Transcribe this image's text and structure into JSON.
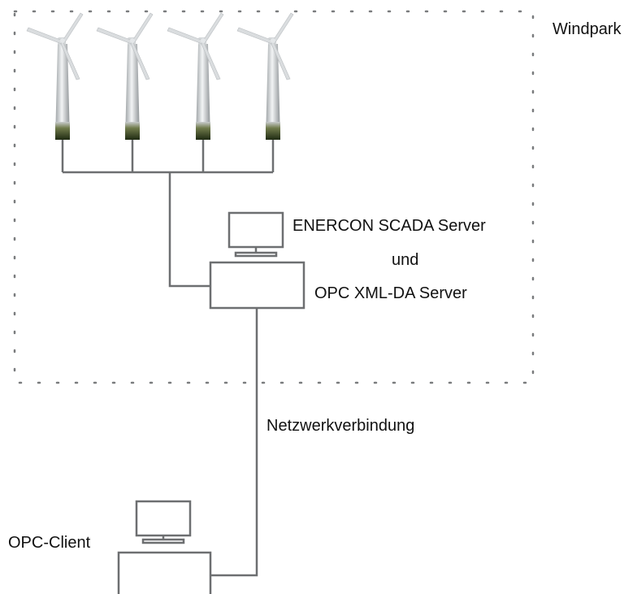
{
  "labels": {
    "windpark": "Windpark",
    "server_line1": "ENERCON SCADA Server",
    "server_line2": "und",
    "server_line3": "OPC XML-DA Server",
    "network": "Netzwerkverbindung",
    "client": "OPC-Client"
  },
  "turbines": [
    "turbine",
    "turbine",
    "turbine",
    "turbine"
  ],
  "colors": {
    "line": "#6d6f71",
    "dotted_border": "#7a7c7e",
    "tower": "#c8cbcd",
    "tower_base": "#2f3a1e",
    "blade": "#d9dcde",
    "text": "#111111"
  },
  "icons": [
    "wind-turbine-icon",
    "monitor-icon",
    "server-box",
    "client-box"
  ]
}
